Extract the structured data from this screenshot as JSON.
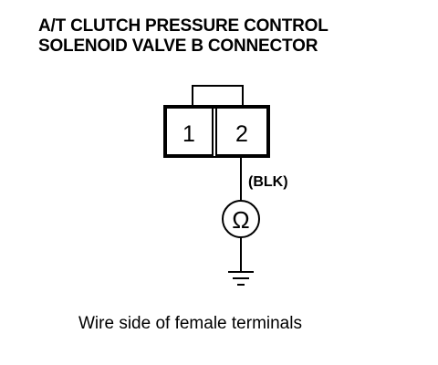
{
  "title": {
    "line1": "A/T CLUTCH PRESSURE CONTROL",
    "line2": "SOLENOID VALVE B CONNECTOR"
  },
  "connector": {
    "terminals": [
      "1",
      "2"
    ]
  },
  "wire": {
    "color_label": "(BLK)"
  },
  "meter": {
    "symbol": "Ω"
  },
  "caption": "Wire side of female terminals"
}
